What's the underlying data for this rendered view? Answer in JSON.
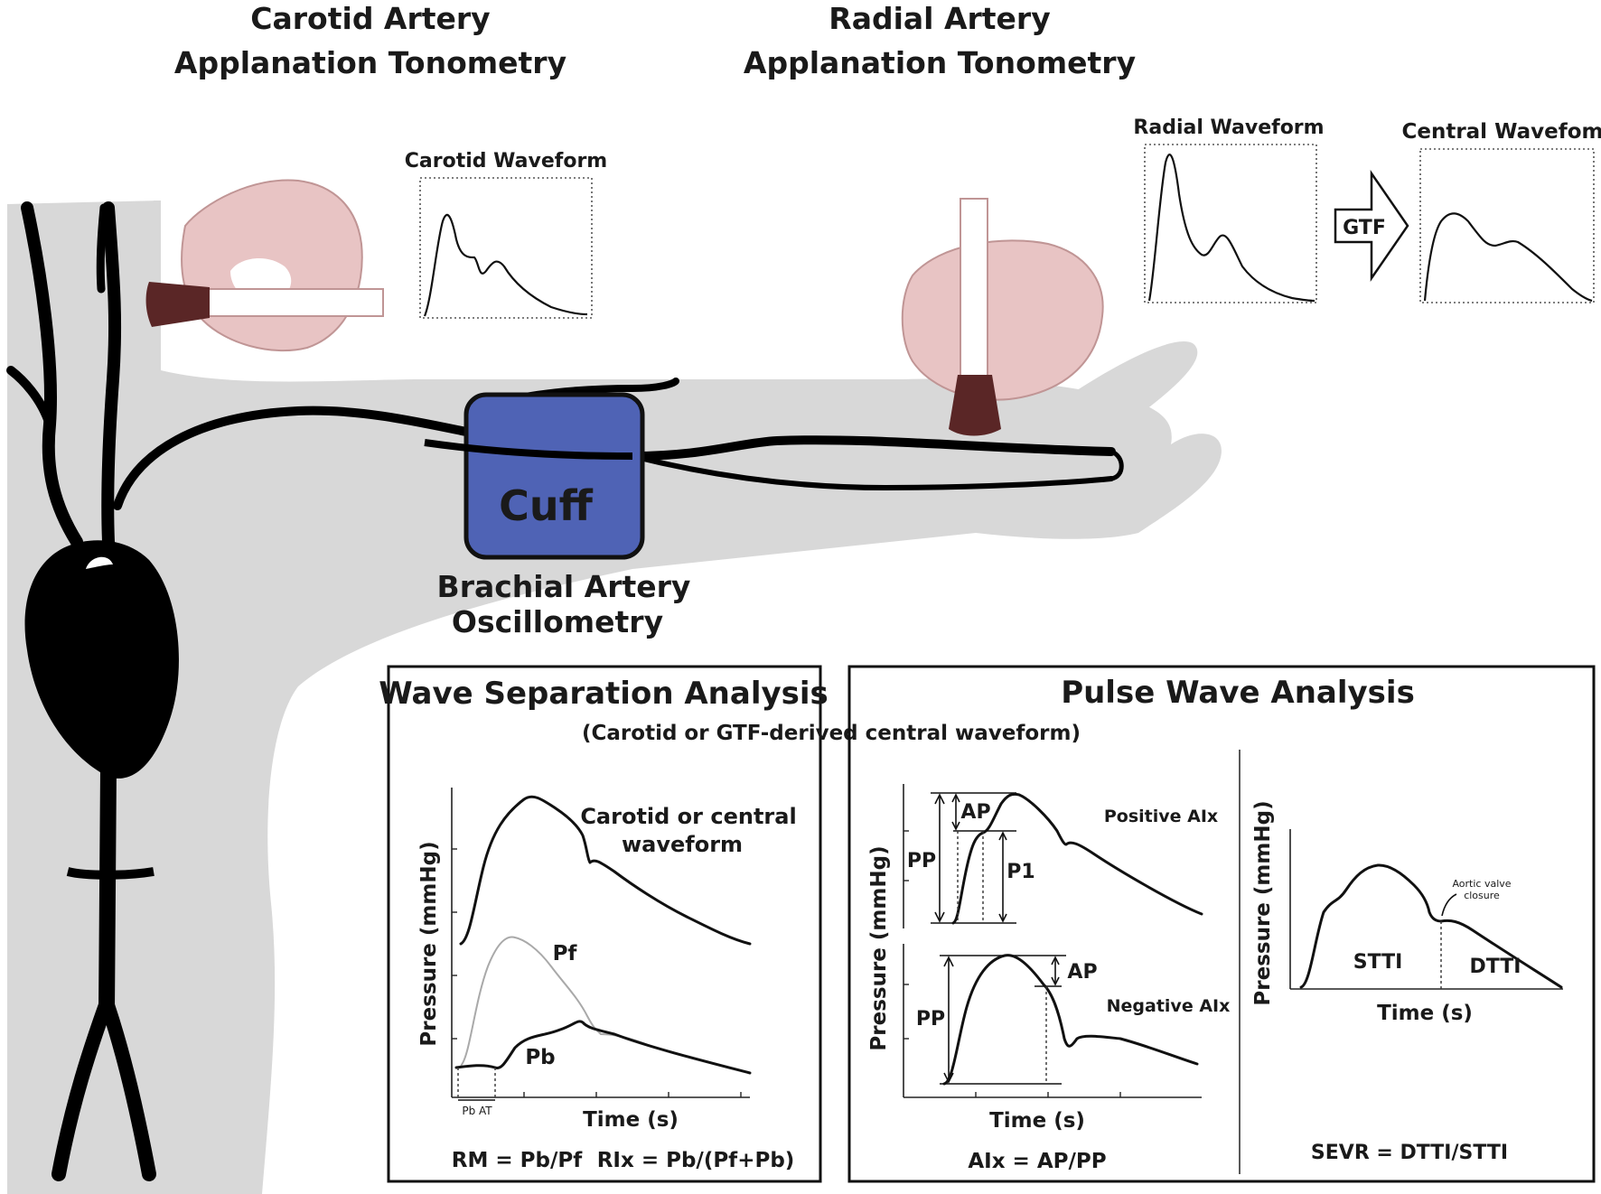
{
  "headers": {
    "carotid_line1": "Carotid Artery",
    "carotid_line2": "Applanation Tonometry",
    "radial_line1": "Radial Artery",
    "radial_line2": "Applanation Tonometry"
  },
  "waveforms": {
    "carotid": "Carotid Waveform",
    "radial": "Radial Waveform",
    "central": "Central Wavefom",
    "gtf": "GTF"
  },
  "cuff": {
    "label": "Cuff",
    "caption_line1": "Brachial Artery",
    "caption_line2": "Oscillometry",
    "color": "#4f63b5"
  },
  "wsa": {
    "title": "Wave Separation Analysis",
    "subtitle": "(Carotid or GTF-derived central waveform)",
    "waveform_label_1": "Carotid or central",
    "waveform_label_2": "waveform",
    "pf": "Pf",
    "pb": "Pb",
    "pbat": "Pb AT",
    "ylabel": "Pressure (mmHg)",
    "xlabel": "Time (s)",
    "formula_rm": "RM = Pb/Pf",
    "formula_ri": "RIx = Pb/(Pf+Pb)"
  },
  "pwa": {
    "title": "Pulse Wave Analysis",
    "ap": "AP",
    "pp": "PP",
    "p1": "P1",
    "positive": "Positive AIx",
    "negative": "Negative AIx",
    "ylabel": "Pressure (mmHg)",
    "xlabel": "Time (s)",
    "formula_aix": "AIx = AP/PP",
    "ylabel2": "Pressure (mmHg)",
    "xlabel2": "Time (s)",
    "aortic_1": "Aortic valve",
    "aortic_2": "closure",
    "stti": "STTI",
    "dtti": "DTTI",
    "formula_sevr": "SEVR = DTTI/STTI"
  },
  "colors": {
    "body": "#d8d8d8",
    "hand": "#e8c4c4",
    "hand_outline": "#c09595",
    "probe": "#5a2626"
  }
}
